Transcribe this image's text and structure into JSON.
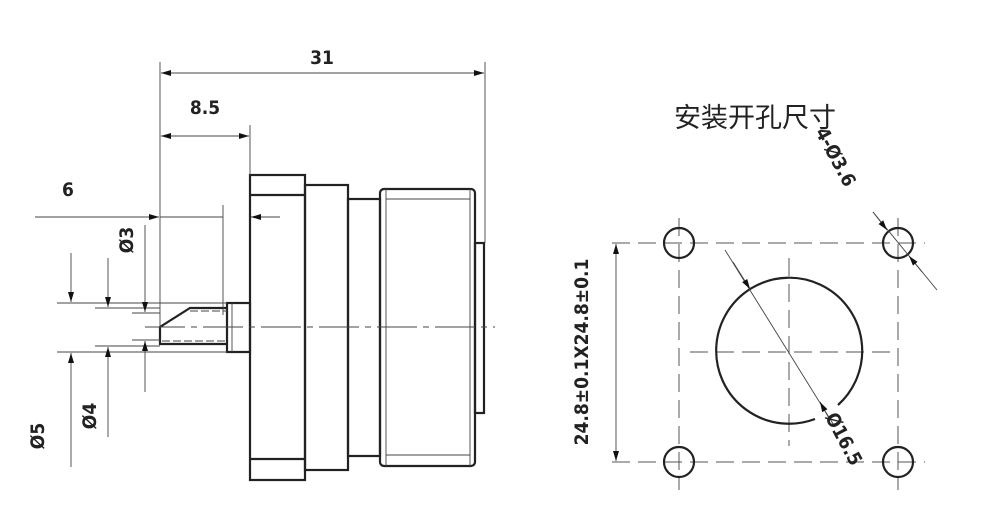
{
  "side_view": {
    "dim_overall_length": "31",
    "dim_flange_offset": "8.5",
    "dim_shaft_length": "6",
    "dim_flat_diameter": "Ø3",
    "dim_shaft_diameter": "Ø4",
    "dim_boss_diameter": "Ø5"
  },
  "mounting_view": {
    "title": "安装开孔尺寸",
    "dim_hole_spacing": "24.8±0.1X24.8±0.1",
    "dim_holes": "4-Ø3.6",
    "dim_center_hole": "Ø16.5"
  }
}
